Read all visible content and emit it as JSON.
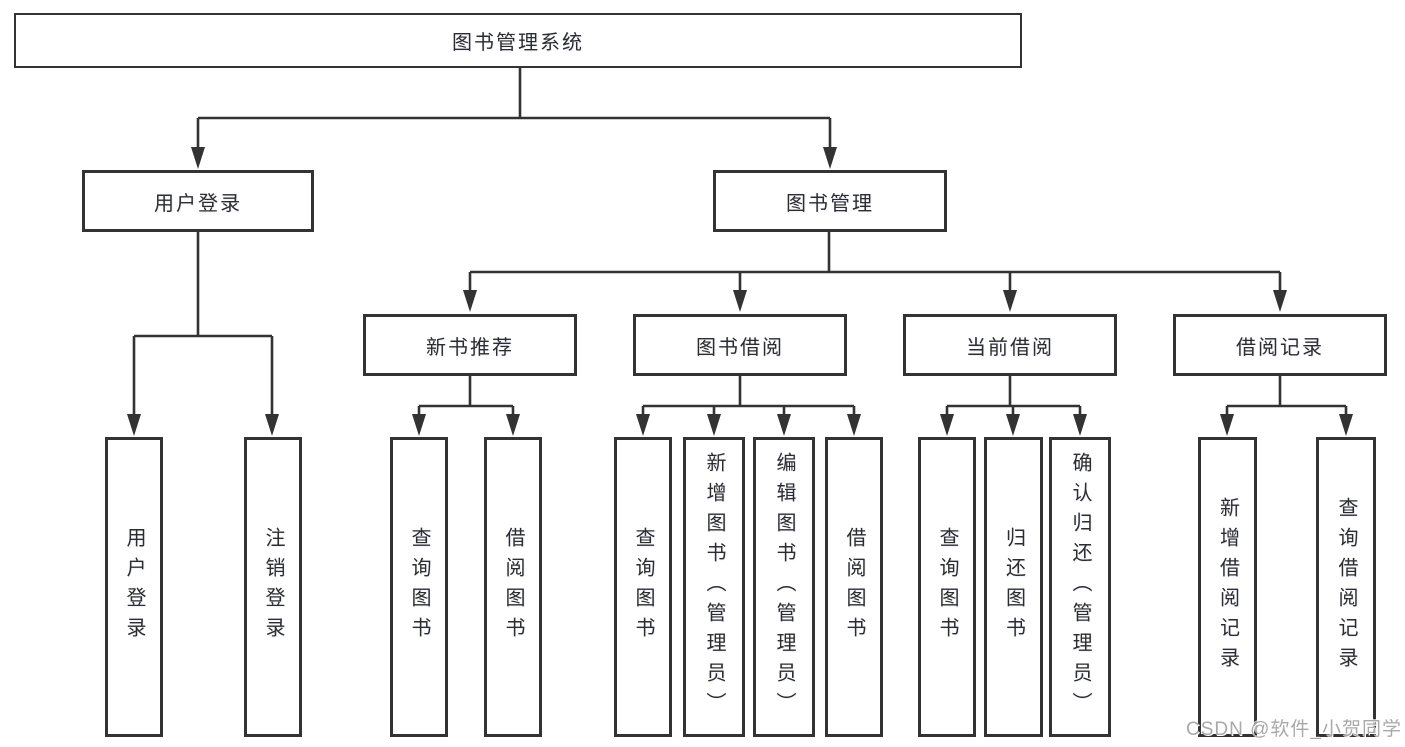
{
  "root": {
    "label": "图书管理系统"
  },
  "branches": {
    "user": {
      "label": "用户登录",
      "children": [
        {
          "label": "用户登录"
        },
        {
          "label": "注销登录"
        }
      ]
    },
    "book": {
      "label": "图书管理",
      "sections": [
        {
          "label": "新书推荐",
          "children": [
            {
              "label": "查询图书"
            },
            {
              "label": "借阅图书"
            }
          ]
        },
        {
          "label": "图书借阅",
          "children": [
            {
              "label": "查询图书"
            },
            {
              "label": "新增图书（管理员）"
            },
            {
              "label": "编辑图书（管理员）"
            },
            {
              "label": "借阅图书"
            }
          ]
        },
        {
          "label": "当前借阅",
          "children": [
            {
              "label": "查询图书"
            },
            {
              "label": "归还图书"
            },
            {
              "label": "确认归还（管理员）"
            }
          ]
        },
        {
          "label": "借阅记录",
          "children": [
            {
              "label": "新增借阅记录"
            },
            {
              "label": "查询借阅记录"
            }
          ]
        }
      ]
    }
  },
  "watermark": "CSDN @软件_小贺同学",
  "colors": {
    "line": "#333333",
    "text": "#2d2d2d",
    "background": "#ffffff",
    "watermark": "#a9a9a9"
  }
}
